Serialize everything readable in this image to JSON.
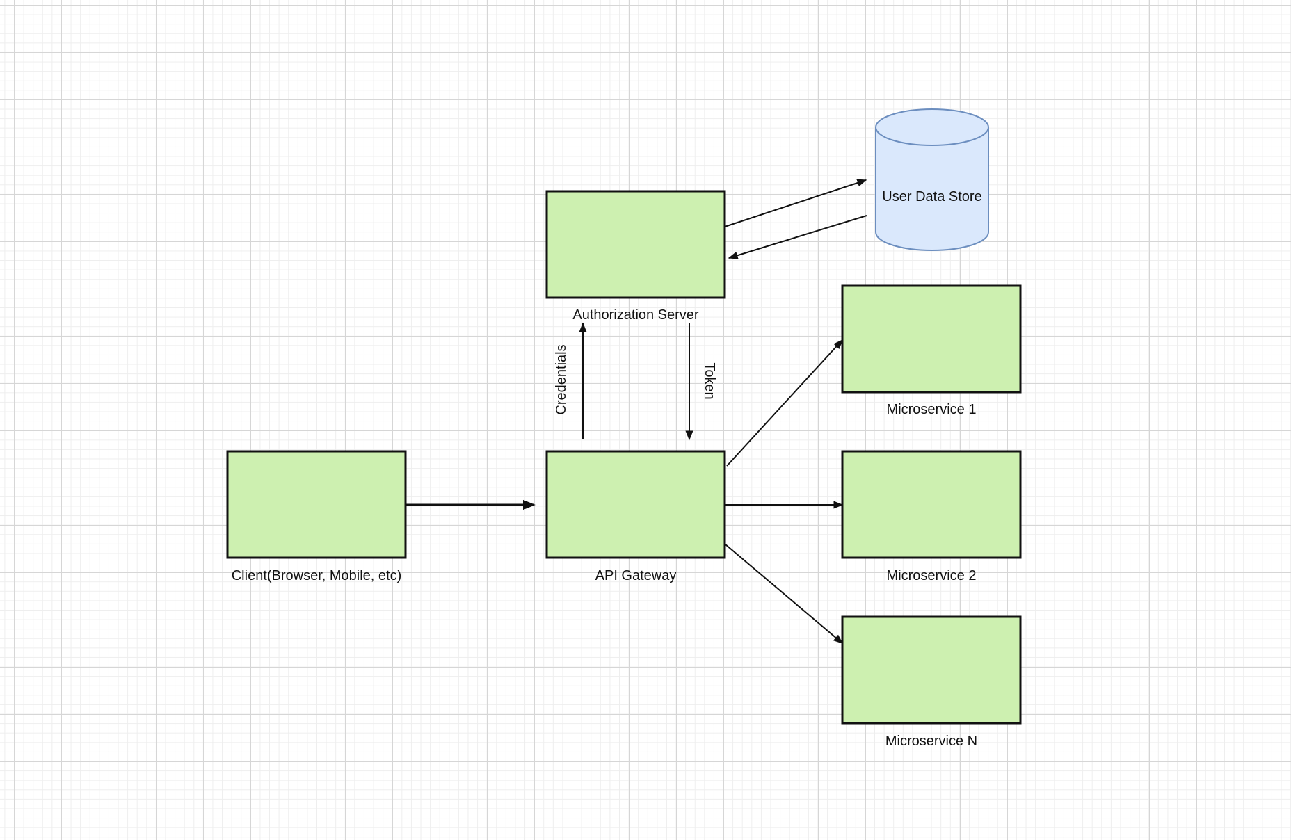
{
  "nodes": {
    "client": {
      "label": "Client(Browser, Mobile, etc)"
    },
    "gateway": {
      "label": "API Gateway"
    },
    "auth": {
      "label": "Authorization Server"
    },
    "datastore": {
      "label": "User Data Store"
    },
    "ms1": {
      "label": "Microservice 1"
    },
    "ms2": {
      "label": "Microservice 2"
    },
    "msn": {
      "label": "Microservice N"
    }
  },
  "edges": {
    "credentials": {
      "label": "Credentials"
    },
    "token": {
      "label": "Token"
    }
  },
  "colors": {
    "box_fill": "#cdf0b0",
    "box_stroke": "#111111",
    "db_fill": "#dae8fc",
    "db_stroke": "#6c8ebf",
    "arrow": "#111111"
  }
}
